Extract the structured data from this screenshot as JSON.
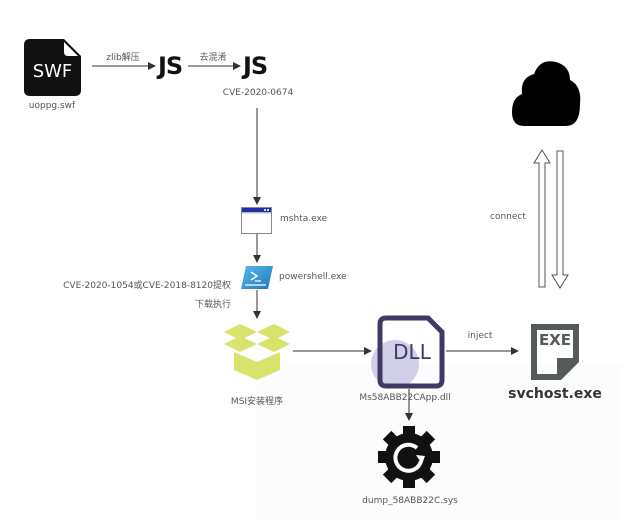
{
  "title": "Attack chain diagram",
  "nodes": {
    "swf": {
      "icon_text": "SWF",
      "label": "uoppg.swf"
    },
    "js1": {
      "icon_text": "JS"
    },
    "js2": {
      "icon_text": "JS",
      "label": "CVE-2020-0674"
    },
    "mshta": {
      "label": "mshta.exe"
    },
    "powershell": {
      "label": "powershell.exe"
    },
    "msi": {
      "label": "MSI安装程序"
    },
    "dll": {
      "icon_text": "DLL",
      "label": "Ms58ABB22CApp.dll"
    },
    "svchost": {
      "icon_text": "EXE",
      "label": "svchost.exe"
    },
    "sys": {
      "label": "dump_58ABB22C.sys"
    },
    "cloud": {}
  },
  "edges": {
    "swf_to_js1": "zlib解压",
    "js1_to_js2": "去混淆",
    "powershell_side": "CVE-2020-1054或CVE-2018-8120提权",
    "powershell_to_msi": "下载执行",
    "dll_to_svchost": "inject",
    "svchost_cloud": "connect"
  },
  "colors": {
    "msi_box": "#d7e36b",
    "dll_border": "#3d3a66",
    "dll_circle": "#c9c6e3",
    "exe_icon": "#555a5a",
    "powershell": "#2a8fcf",
    "mshta_titlebar": "#1a2fa8"
  }
}
